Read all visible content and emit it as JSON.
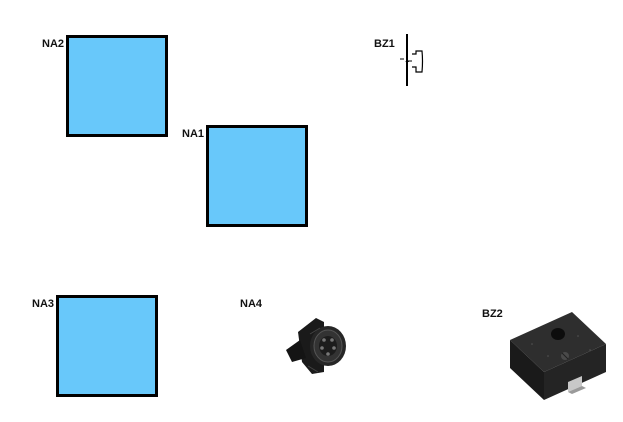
{
  "components": {
    "na1": {
      "label": "NA1"
    },
    "na2": {
      "label": "NA2"
    },
    "na3": {
      "label": "NA3"
    },
    "na4": {
      "label": "NA4"
    },
    "bz1": {
      "label": "BZ1"
    },
    "bz2": {
      "label": "BZ2"
    }
  },
  "colors": {
    "pad_fill": "#68c8fa",
    "pad_border": "#000000",
    "canvas_bg": "#ffffff"
  },
  "icons": {
    "na4": "audio-jack-connector-icon",
    "bz1": "buzzer-schematic-icon",
    "bz2": "smd-buzzer-icon"
  }
}
